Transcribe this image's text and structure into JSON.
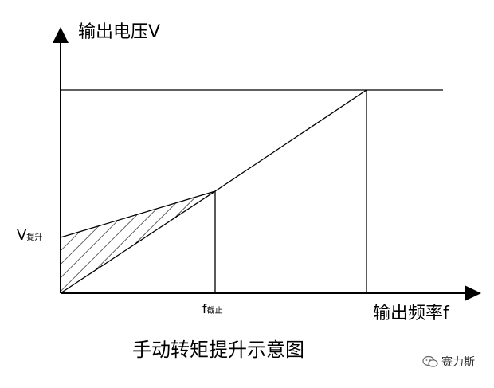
{
  "diagram": {
    "y_axis_label": "输出电压V",
    "x_axis_label": "输出频率f",
    "boost_label_main": "V",
    "boost_label_sub": "提升",
    "cutoff_label_main": "f",
    "cutoff_label_sub": "截止",
    "caption": "手动转矩提升示意图"
  },
  "watermark": {
    "icon": "wechat-chat-icon",
    "text": "赛力斯"
  },
  "colors": {
    "line": "#000000",
    "background": "#ffffff"
  }
}
